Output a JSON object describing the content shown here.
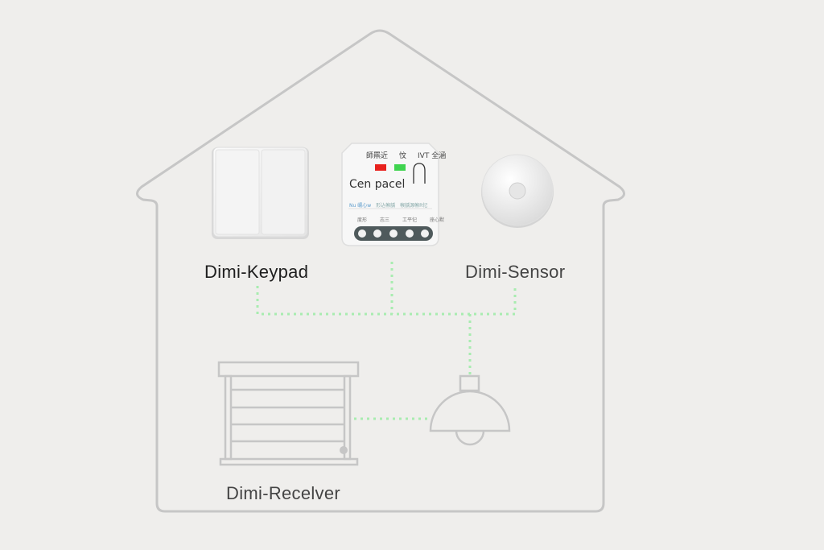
{
  "devices": {
    "keypad": {
      "label": "Dimi-Keypad"
    },
    "sensor": {
      "label": "Dimi-Sensor"
    },
    "receiver": {
      "label": "Dimi-Recelver"
    },
    "module": {
      "title": "Cen pacel",
      "top_labels": [
        "師羆近",
        "忟",
        "IVT 全涵"
      ],
      "info_row": [
        "Nu 嶿心w",
        "形込帿龋",
        "帿龋源帿R忋"
      ],
      "terminal_labels": [
        "度形",
        "志三",
        "工平忋",
        "座心默"
      ],
      "led_colors": [
        "#e8221e",
        "#3fd44f"
      ]
    }
  },
  "colors": {
    "outline": "#c6c6c6",
    "link": "#a8ecb0",
    "background": "#efeeec"
  }
}
